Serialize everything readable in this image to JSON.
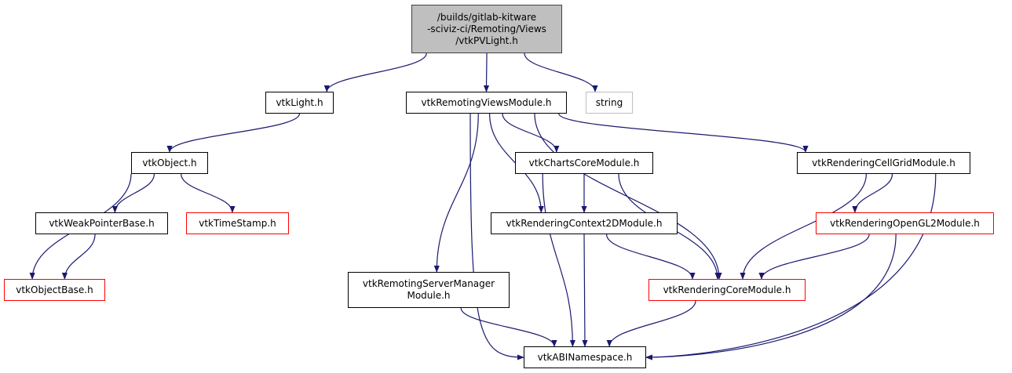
{
  "graph": {
    "title": "Include dependency graph for vtkPVLight.h",
    "edge_color": "#191970",
    "nodes": [
      {
        "id": "root",
        "label": "/builds/gitlab-kitware\n-sciviz-ci/Remoting/Views\n/vtkPVLight.h",
        "style": "root"
      },
      {
        "id": "vtkLight",
        "label": "vtkLight.h",
        "style": "normal"
      },
      {
        "id": "vtkRemotingViewsModule",
        "label": "vtkRemotingViewsModule.h",
        "style": "normal"
      },
      {
        "id": "string",
        "label": "string",
        "style": "grey"
      },
      {
        "id": "vtkObject",
        "label": "vtkObject.h",
        "style": "normal"
      },
      {
        "id": "vtkWeakPointerBase",
        "label": "vtkWeakPointerBase.h",
        "style": "normal"
      },
      {
        "id": "vtkTimeStamp",
        "label": "vtkTimeStamp.h",
        "style": "red"
      },
      {
        "id": "vtkObjectBase",
        "label": "vtkObjectBase.h",
        "style": "red"
      },
      {
        "id": "vtkChartsCoreModule",
        "label": "vtkChartsCoreModule.h",
        "style": "normal"
      },
      {
        "id": "vtkRenderingContext2DModule",
        "label": "vtkRenderingContext2DModule.h",
        "style": "normal"
      },
      {
        "id": "vtkRenderingCellGridModule",
        "label": "vtkRenderingCellGridModule.h",
        "style": "normal"
      },
      {
        "id": "vtkRenderingOpenGL2Module",
        "label": "vtkRenderingOpenGL2Module.h",
        "style": "red"
      },
      {
        "id": "vtkRemotingServerManagerModule",
        "label": "vtkRemotingServerManager\nModule.h",
        "style": "normal"
      },
      {
        "id": "vtkRenderingCoreModule",
        "label": "vtkRenderingCoreModule.h",
        "style": "red"
      },
      {
        "id": "vtkABINamespace",
        "label": "vtkABINamespace.h",
        "style": "normal"
      }
    ],
    "edges": [
      [
        "root",
        "vtkLight"
      ],
      [
        "root",
        "vtkRemotingViewsModule"
      ],
      [
        "root",
        "string"
      ],
      [
        "vtkLight",
        "vtkObject"
      ],
      [
        "vtkObject",
        "vtkWeakPointerBase"
      ],
      [
        "vtkObject",
        "vtkTimeStamp"
      ],
      [
        "vtkObject",
        "vtkObjectBase"
      ],
      [
        "vtkWeakPointerBase",
        "vtkObjectBase"
      ],
      [
        "vtkRemotingViewsModule",
        "vtkChartsCoreModule"
      ],
      [
        "vtkRemotingViewsModule",
        "vtkRenderingContext2DModule"
      ],
      [
        "vtkRemotingViewsModule",
        "vtkRenderingCellGridModule"
      ],
      [
        "vtkRemotingViewsModule",
        "vtkRemotingServerManagerModule"
      ],
      [
        "vtkRemotingViewsModule",
        "vtkRenderingCoreModule"
      ],
      [
        "vtkRemotingViewsModule",
        "vtkABINamespace"
      ],
      [
        "vtkChartsCoreModule",
        "vtkRenderingContext2DModule"
      ],
      [
        "vtkChartsCoreModule",
        "vtkRenderingCoreModule"
      ],
      [
        "vtkChartsCoreModule",
        "vtkABINamespace"
      ],
      [
        "vtkRenderingContext2DModule",
        "vtkRenderingCoreModule"
      ],
      [
        "vtkRenderingContext2DModule",
        "vtkABINamespace"
      ],
      [
        "vtkRenderingCellGridModule",
        "vtkRenderingOpenGL2Module"
      ],
      [
        "vtkRenderingCellGridModule",
        "vtkRenderingCoreModule"
      ],
      [
        "vtkRenderingCellGridModule",
        "vtkABINamespace"
      ],
      [
        "vtkRenderingOpenGL2Module",
        "vtkRenderingCoreModule"
      ],
      [
        "vtkRenderingOpenGL2Module",
        "vtkABINamespace"
      ],
      [
        "vtkRemotingServerManagerModule",
        "vtkABINamespace"
      ],
      [
        "vtkRenderingCoreModule",
        "vtkABINamespace"
      ]
    ]
  }
}
